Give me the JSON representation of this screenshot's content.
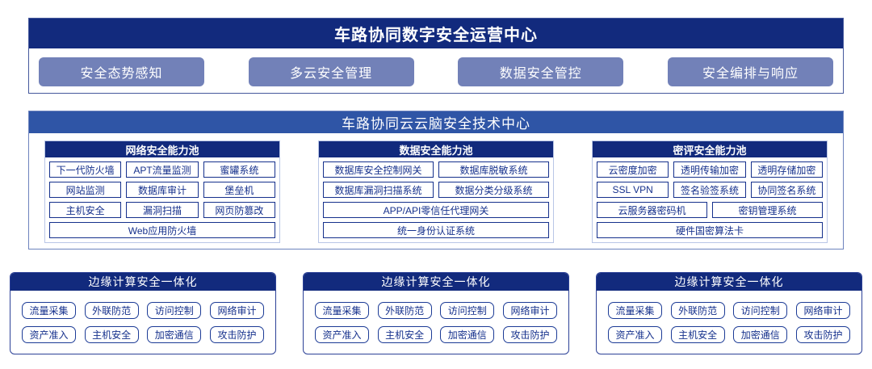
{
  "colors": {
    "dark_navy": "#122a7d",
    "royal_blue": "#2f55a6",
    "slate_blue": "#7281b8",
    "item_navy": "#15308c",
    "pool_border": "#b9c6e6"
  },
  "operations_center": {
    "title": "车路协同数字安全运营中心",
    "modules": [
      "安全态势感知",
      "多云安全管理",
      "数据安全管控",
      "安全编排与响应"
    ]
  },
  "tech_center": {
    "title": "车路协同云云脑安全技术中心",
    "pools": [
      {
        "title": "网络安全能力池",
        "rows": [
          [
            "下一代防火墙",
            "APT流量监测",
            "蜜罐系统"
          ],
          [
            "网站监测",
            "数据库审计",
            "堡垒机"
          ],
          [
            "主机安全",
            "漏洞扫描",
            "网页防篡改"
          ],
          [
            "Web应用防火墙"
          ]
        ]
      },
      {
        "title": "数据安全能力池",
        "rows": [
          [
            "数据库安全控制网关",
            "数据库脱敏系统"
          ],
          [
            "数据库漏洞扫描系统",
            "数据分类分级系统"
          ],
          [
            "APP/API零信任代理网关"
          ],
          [
            "统一身份认证系统"
          ]
        ]
      },
      {
        "title": "密评安全能力池",
        "rows": [
          [
            "云密度加密",
            "透明传输加密",
            "透明存储加密"
          ],
          [
            "SSL VPN",
            "签名验签系统",
            "协同签名系统"
          ],
          [
            "云服务器密码机",
            "密钥管理系统"
          ],
          [
            "硬件国密算法卡"
          ]
        ]
      }
    ]
  },
  "edge_units": {
    "title": "边缘计算安全一体化",
    "count": 3,
    "rows": [
      [
        "流量采集",
        "外联防范",
        "访问控制",
        "网络审计"
      ],
      [
        "资产准入",
        "主机安全",
        "加密通信",
        "攻击防护"
      ]
    ]
  }
}
